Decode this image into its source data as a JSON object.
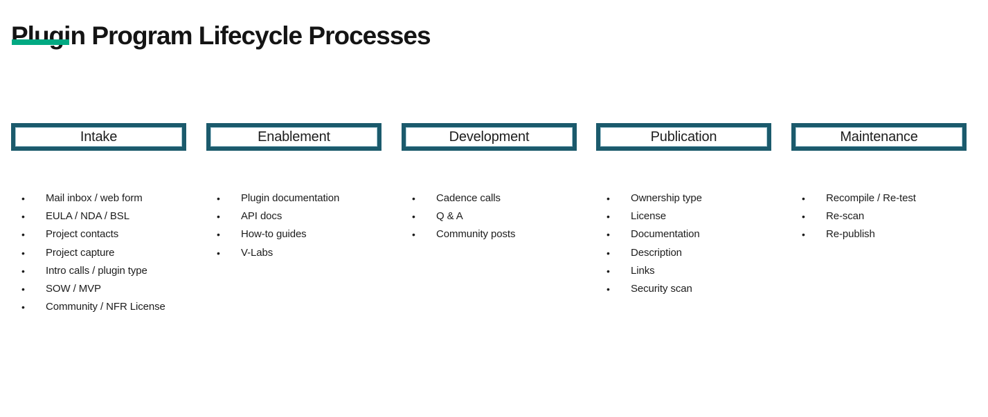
{
  "slide": {
    "title": "Plugin Program Lifecycle Processes",
    "accent_color": "#01a982",
    "stage_border_color": "#1b5a6c"
  },
  "columns": [
    {
      "header": "Intake",
      "items": [
        "Mail inbox / web form",
        "EULA / NDA / BSL",
        "Project contacts",
        "Project capture",
        "Intro calls / plugin type",
        "SOW / MVP",
        "Community / NFR License"
      ]
    },
    {
      "header": "Enablement",
      "items": [
        "Plugin documentation",
        "API docs",
        "How-to guides",
        "V-Labs"
      ]
    },
    {
      "header": "Development",
      "items": [
        "Cadence calls",
        "Q & A",
        "Community posts"
      ]
    },
    {
      "header": "Publication",
      "items": [
        "Ownership type",
        "License",
        "Documentation",
        "Description",
        "Links",
        "Security scan"
      ]
    },
    {
      "header": "Maintenance",
      "items": [
        "Recompile / Re-test",
        "Re-scan",
        "Re-publish"
      ]
    }
  ]
}
